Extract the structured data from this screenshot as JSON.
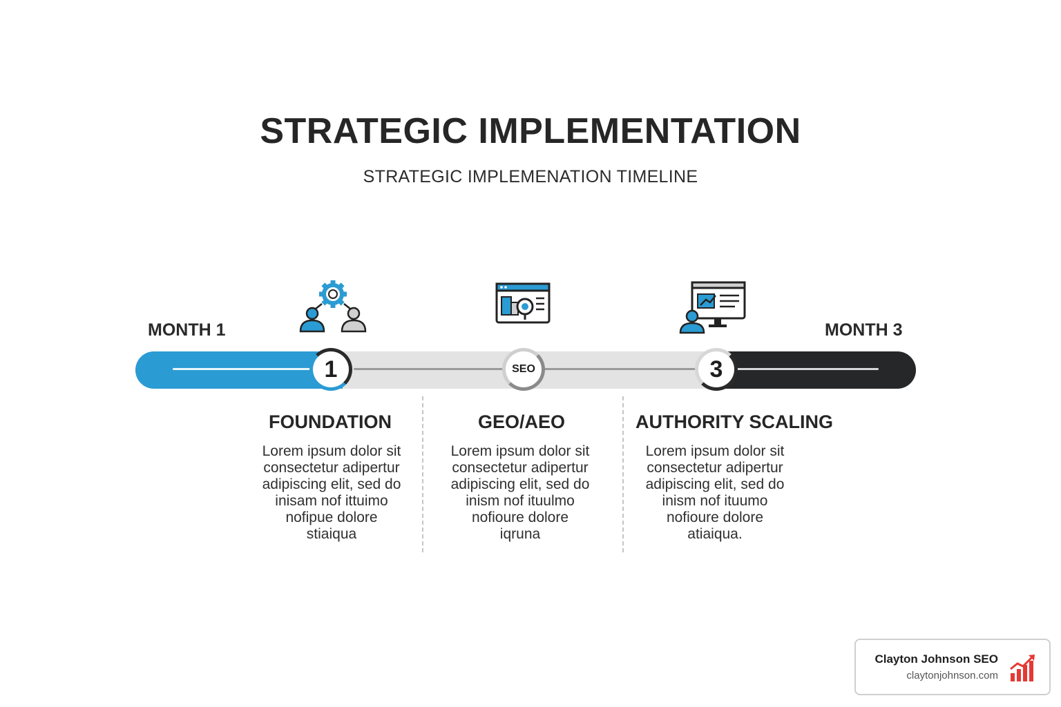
{
  "header": {
    "title": "STRATEGIC IMPLEMENTATION",
    "subtitle": "STRATEGIC IMPLEMENATION TIMELINE"
  },
  "timeline": {
    "start_label": "MONTH 1",
    "end_label": "MONTH 3",
    "colors": {
      "start": "#2b9bd3",
      "middle": "#e3e3e3",
      "end": "#262729"
    },
    "nodes": [
      {
        "label": "1"
      },
      {
        "label": "SEO"
      },
      {
        "label": "3"
      }
    ]
  },
  "phases": [
    {
      "title": "FOUNDATION",
      "icon": "team-gear-icon",
      "body": "Lorem ipsum dolor sit\nconsectetur adipertur\nadipiscing elit, sed do\ninisam nof ittuimo\nnofipue dolore\nstiaiqua"
    },
    {
      "title": "GEO/AEO",
      "icon": "web-search-icon",
      "body": "Lorem ipsum dolor sit\nconsectetur adipertur\nadipiscing elit, sed do\ninism nof ituulmo\nnofioure dolore\niqruna"
    },
    {
      "title": "AUTHORITY SCALING",
      "icon": "presentation-icon",
      "body": "Lorem ipsum dolor sit\nconsectetur adipertur\nadipiscing elit, sed do\ninism nof ituumo\nnofioure dolore\natiaiqua."
    }
  ],
  "brand": {
    "name": "Clayton Johnson SEO",
    "url": "claytonjohnson.com",
    "icon": "growth-chart-icon",
    "accent": "#e53935"
  }
}
